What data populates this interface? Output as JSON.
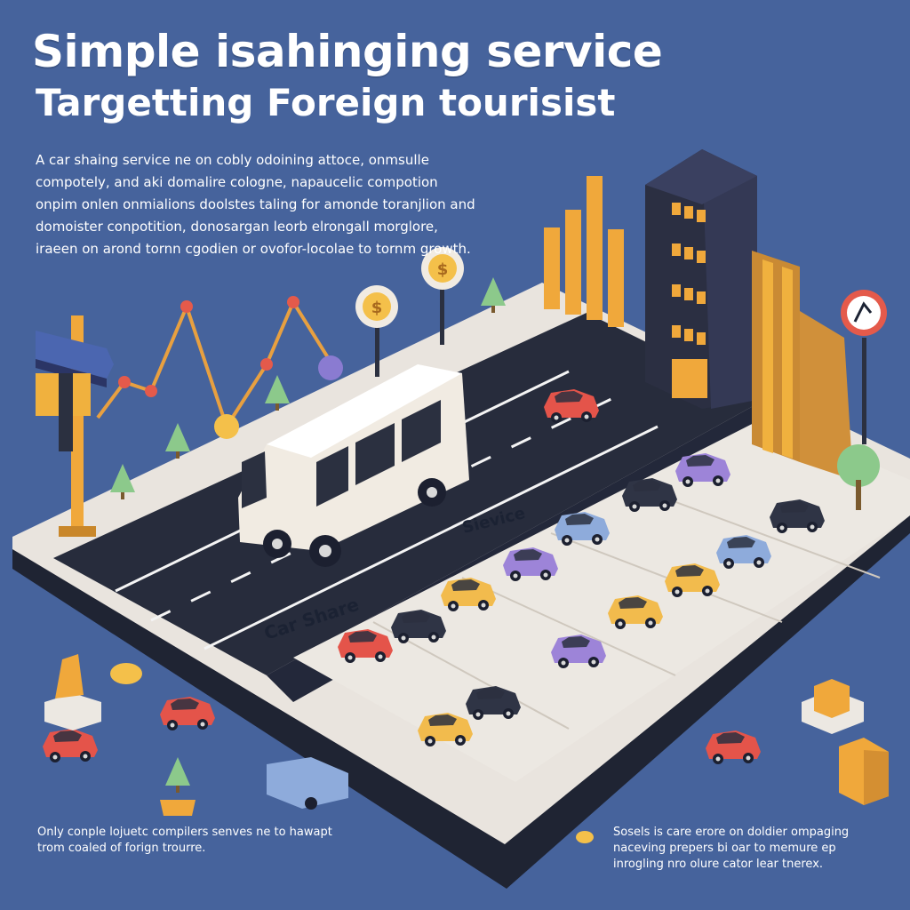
{
  "header": {
    "title": "Simple isahinging service",
    "subtitle": "Targetting Foreign tourisist"
  },
  "intro_text": "A car shaing service ne on cobly odoining attoce, onmsulle compotely, and aki domalire cologne, napaucelic compotion onpim onlen onmialions doolstes taling for amonde toranjlion and domoister conpotition, donosargan leorb elrongall morglore, iraeen on arond tornn cgodien or ovofor-locolae to tornm growth.",
  "road_labels": {
    "car_share": "Car Share",
    "service": "Sievice"
  },
  "notes": {
    "left": "Only conple lojuetc compilers senves ne to hawapt trom coaled of forign trourre.",
    "right": "Sosels is care erore on doldier ompaging naceving prepers bi oar to memure ep inrogling nro olure cator lear tnerex."
  },
  "colors": {
    "background": "#46639c",
    "road": "#272c3c",
    "platform": "#e9e4de",
    "platform_side": "#1f2433",
    "van": "#f1ebe2",
    "building": "#2b2f42",
    "window": "#f0a83b",
    "trend_line": "#e8a040",
    "tree": "#8cc98b"
  },
  "icons": [
    "signpost-icon",
    "dollar-coin-icon",
    "no-turn-sign-icon",
    "building-icon",
    "van-icon",
    "car-icon",
    "tree-icon",
    "package-icon",
    "trend-line-icon"
  ]
}
